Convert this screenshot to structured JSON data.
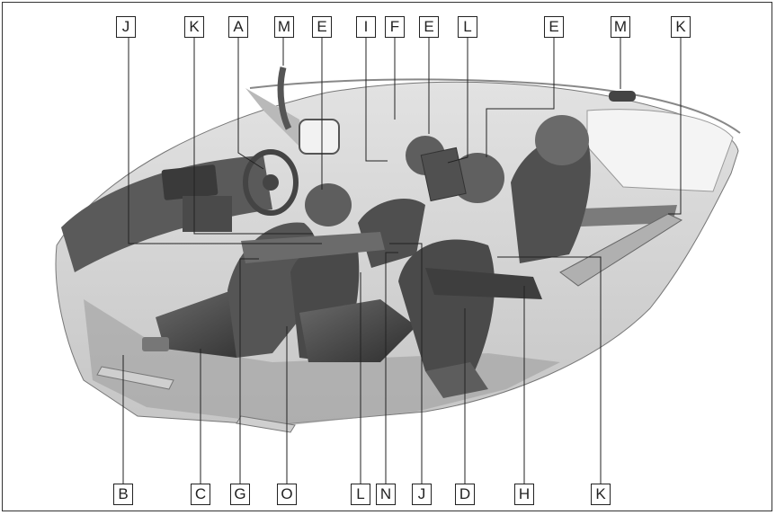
{
  "top_labels": [
    "J",
    "K",
    "A",
    "M",
    "E",
    "I",
    "F",
    "E",
    "L",
    "E",
    "M",
    "K"
  ],
  "bottom_labels": [
    "B",
    "C",
    "G",
    "O",
    "L",
    "N",
    "J",
    "D",
    "H",
    "K"
  ],
  "colors": {
    "line": "#222222",
    "shade_dark": "#3c3c3c",
    "shade_mid": "#8a8a8a",
    "shade_light": "#d4d4d4"
  }
}
